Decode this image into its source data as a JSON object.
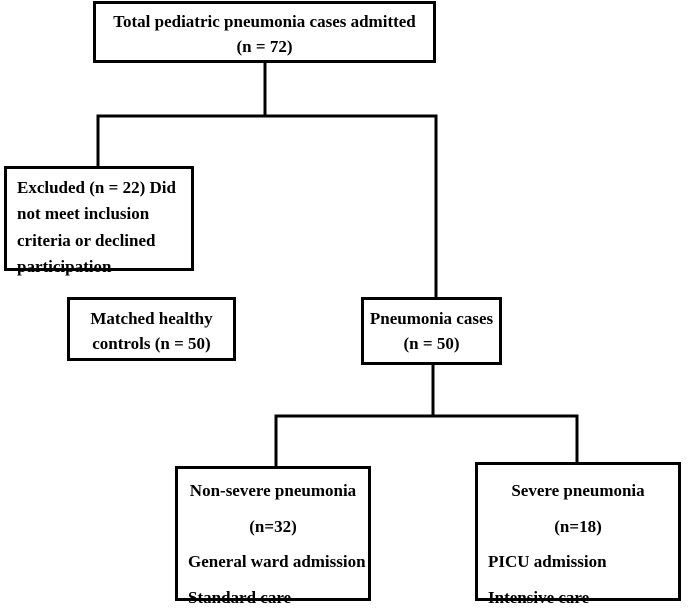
{
  "boxes": {
    "total": {
      "title": "Total pediatric pneumonia cases admitted",
      "count": "(n = 72)"
    },
    "excluded": {
      "lines": [
        "Excluded (n = 22) Did",
        "not meet inclusion",
        "criteria or declined",
        "participation"
      ]
    },
    "controls": {
      "lines": [
        "Matched healthy",
        "controls (n = 50)"
      ]
    },
    "cases": {
      "title": "Pneumonia cases",
      "count": "(n = 50)"
    },
    "non_severe": {
      "title": "Non-severe pneumonia",
      "count": "(n=32)",
      "setting": "General ward admission",
      "care": "Standard care"
    },
    "severe": {
      "title": "Severe pneumonia",
      "count": "(n=18)",
      "setting": "PICU admission",
      "care": "Intensive care"
    }
  },
  "colors": {
    "stroke": "#000000",
    "background": "#ffffff"
  }
}
